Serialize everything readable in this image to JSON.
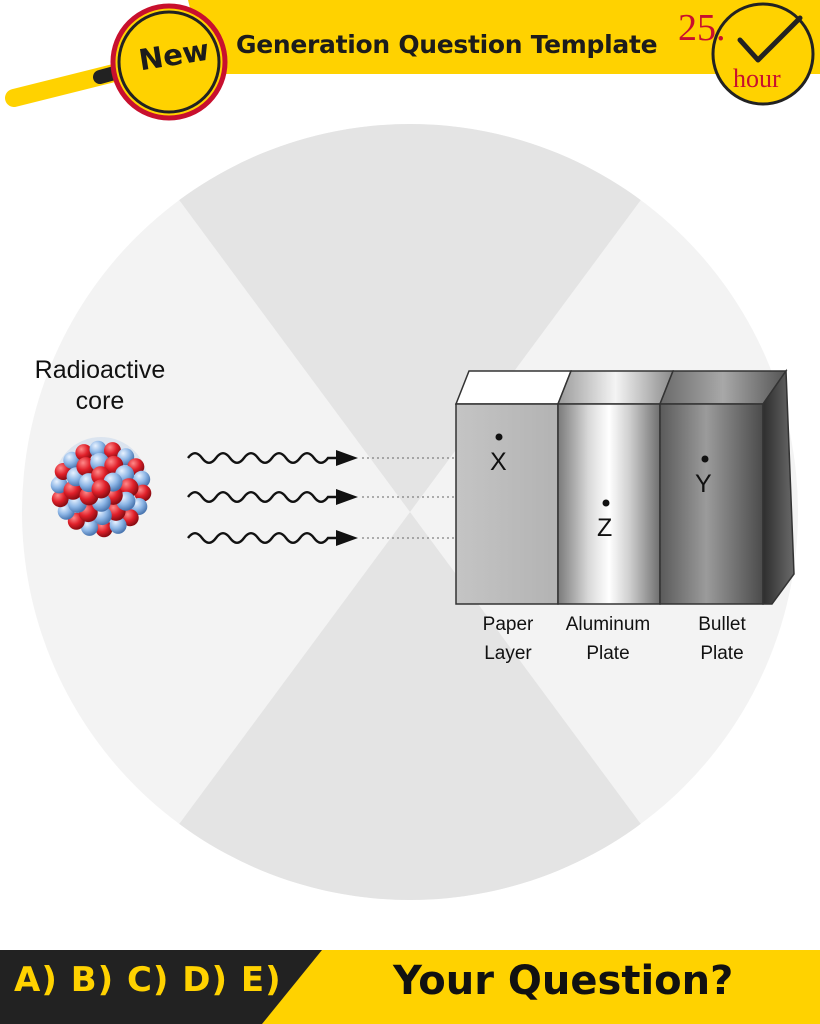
{
  "header": {
    "new_badge": "New",
    "title": "Generation Question Template",
    "hours_number": "25.",
    "hours_unit": "hour"
  },
  "diagram": {
    "source_label": "Radioactive core",
    "materials": [
      {
        "name": "Paper Layer",
        "line1": "Paper",
        "line2": "Layer"
      },
      {
        "name": "Aluminum Plate",
        "line1": "Aluminum",
        "line2": "Plate"
      },
      {
        "name": "Bullet Plate",
        "line1": "Bullet",
        "line2": "Plate"
      }
    ],
    "points": [
      "X",
      "Z",
      "Y"
    ]
  },
  "footer": {
    "options": "A) B) C) D) E)",
    "question": "Your Question?"
  },
  "colors": {
    "accent_yellow": "#ffd200",
    "hours_red": "#c8102e",
    "footer_dark": "#222222"
  }
}
